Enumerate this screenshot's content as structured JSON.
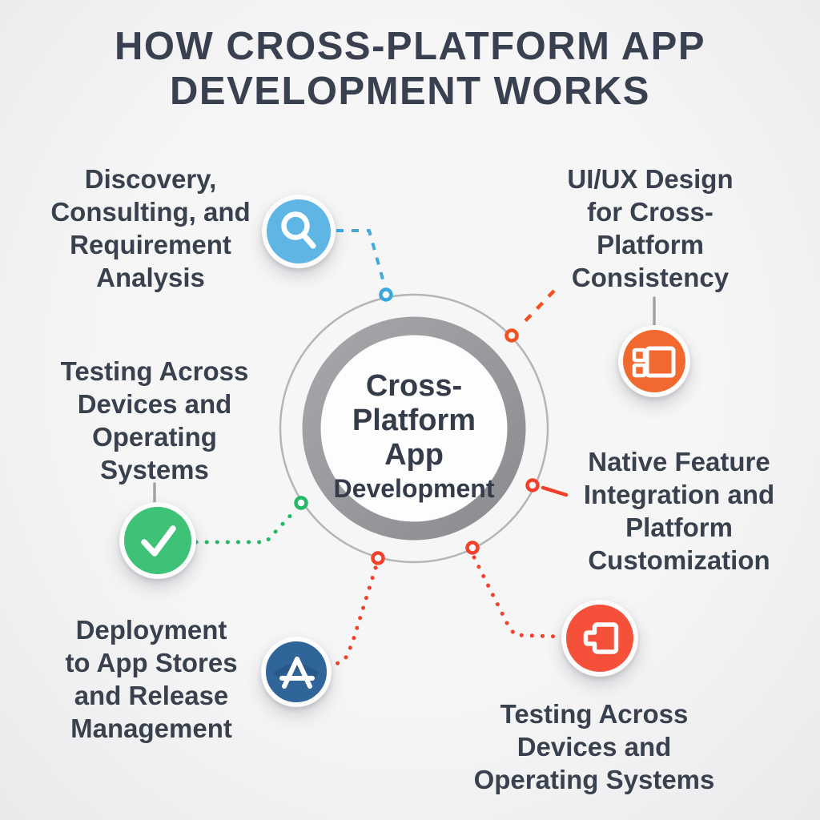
{
  "title": {
    "line1": "HOW CROSS-PLATFORM APP",
    "line2": "DEVELOPMENT WORKS"
  },
  "hub": {
    "lines": [
      "Cross-",
      "Platform",
      "App",
      "Development"
    ]
  },
  "items": [
    {
      "id": "discovery",
      "lines": [
        "Discovery,",
        "Consulting, and",
        "Requirement",
        "Analysis"
      ],
      "icon": "magnifier-icon",
      "accent": "#5fb6e4",
      "connector_color": "#45a9dc",
      "connector_style": "dotted"
    },
    {
      "id": "uiux-design",
      "lines": [
        "UI/UX Design",
        "for Cross-",
        "Platform",
        "Consistency"
      ],
      "icon": "wireframe-icon",
      "accent": "#f2692f",
      "connector_color": "#f4511f",
      "connector_style": "dotted"
    },
    {
      "id": "testing-devices-left",
      "lines": [
        "Testing Across",
        "Devices and",
        "Operating",
        "Systems"
      ],
      "icon": "checkmark-icon",
      "accent": "#3ec277",
      "connector_color": "#25b766",
      "connector_style": "dotted"
    },
    {
      "id": "native-feature-integration",
      "lines": [
        "Native Feature",
        "Integration and",
        "Platform",
        "Customization"
      ],
      "icon": null,
      "accent": "#f5402a",
      "connector_color": "#f5402a",
      "connector_style": "solid"
    },
    {
      "id": "deployment",
      "lines": [
        "Deployment",
        "to App Stores",
        "and Release",
        "Management"
      ],
      "icon": "appstore-icon",
      "accent": "#2f6598",
      "connector_color": "#f5402a",
      "connector_style": "dotted"
    },
    {
      "id": "testing-devices-bottom",
      "lines": [
        "Testing Across",
        "Devices and",
        "Operating Systems"
      ],
      "icon": "plug-icon",
      "accent": "#f4503a",
      "connector_color": "#f5402a",
      "connector_style": "dotted"
    }
  ],
  "colors": {
    "background": "#f3f3f4",
    "text": "#39414e",
    "title": "#394150",
    "outer_circle": "#b4b5b7",
    "thick_ring": "#97989b",
    "stem_gray": "#a3a4a6",
    "blue": "#5fb6e4",
    "orange": "#f2692f",
    "green": "#3ec277",
    "red": "#f5402a",
    "navy": "#2f6598"
  }
}
